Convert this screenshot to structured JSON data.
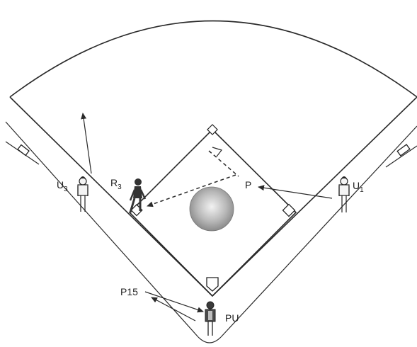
{
  "diagram": {
    "labels": {
      "u3_main": "U",
      "u3_sub": "3",
      "r3_main": "R",
      "r3_sub": "3",
      "u1_main": "U",
      "u1_sub": "1",
      "p": "P",
      "pu": "PU",
      "p15": "P15"
    }
  }
}
